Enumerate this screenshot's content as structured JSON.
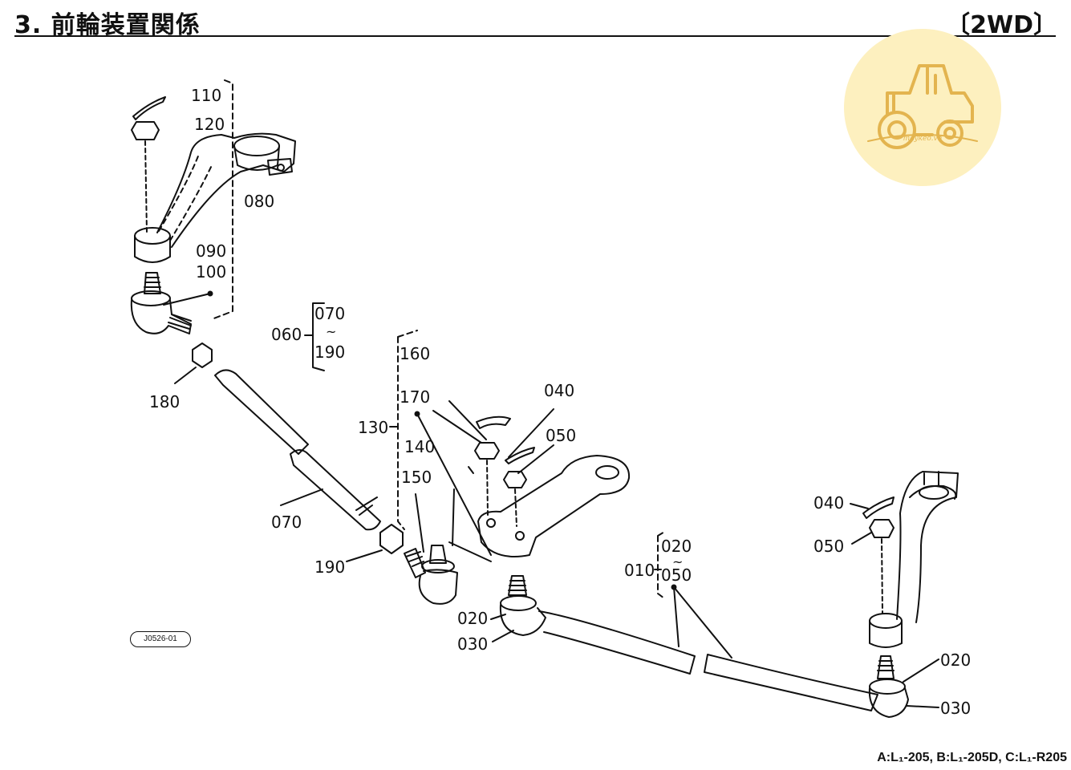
{
  "header": {
    "title": "3. 前輪装置関係",
    "variant": "〔2WD〕"
  },
  "logo": {
    "site": "maykeo.vn",
    "icon": "tractor-icon",
    "bg_color": "#fdf0bf",
    "accent_color": "#e3b44f"
  },
  "parts": {
    "p110": "110",
    "p120": "120",
    "p080": "080",
    "p090": "090",
    "p100": "100",
    "p060": "060",
    "p070_range": "070",
    "range_mark": "~",
    "p190_range": "190",
    "p180": "180",
    "p160": "160",
    "p170": "170",
    "p130": "130",
    "p140": "140",
    "p150": "150",
    "p040_center": "040",
    "p050_center": "050",
    "p070": "070",
    "p190": "190",
    "p010": "010",
    "p020_range": "020",
    "p050_range": "050",
    "p020_left": "020",
    "p030_left": "030",
    "p040_right": "040",
    "p050_right": "050",
    "p020_right": "020",
    "p030_right": "030"
  },
  "drawing_id": "J0526-01",
  "footer": {
    "models": "A:L₁-205, B:L₁-205D, C:L₁-R205"
  }
}
